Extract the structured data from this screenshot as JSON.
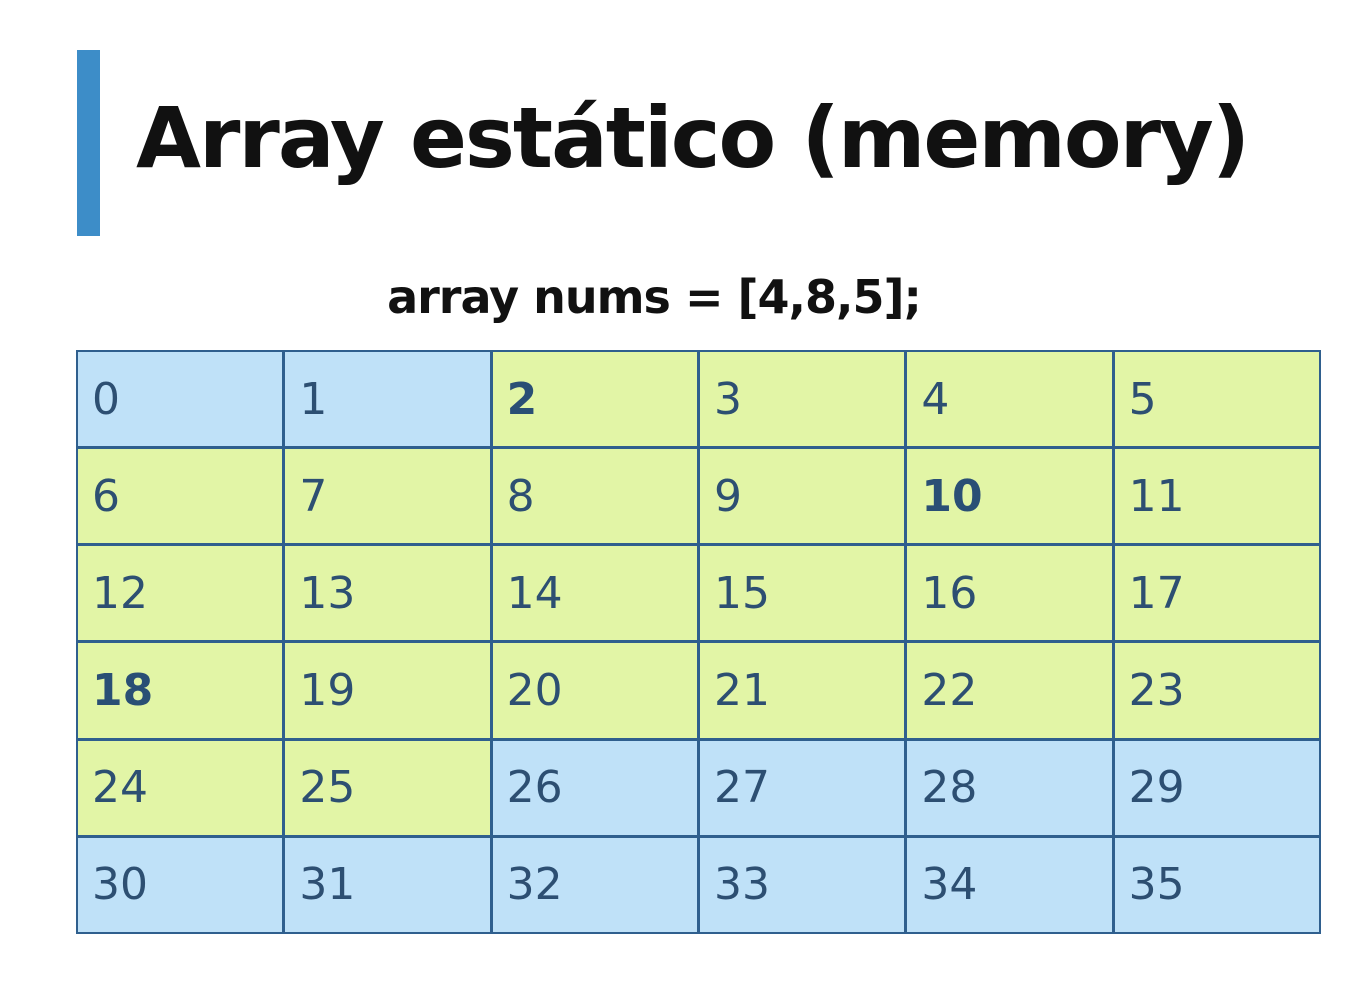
{
  "slide": {
    "title": "Array estático (memory)",
    "subtitle": "array nums = [4,8,5];"
  },
  "colors": {
    "accent": "#3d8dc8",
    "free_cell": "#bfe1f8",
    "used_cell": "#e2f5a6",
    "grid_line": "#2f5f8e",
    "cell_text": "#2d4f72"
  },
  "memory": {
    "cells": [
      {
        "label": "0",
        "used": false,
        "start": false
      },
      {
        "label": "1",
        "used": false,
        "start": false
      },
      {
        "label": "2",
        "used": true,
        "start": true
      },
      {
        "label": "3",
        "used": true,
        "start": false
      },
      {
        "label": "4",
        "used": true,
        "start": false
      },
      {
        "label": "5",
        "used": true,
        "start": false
      },
      {
        "label": "6",
        "used": true,
        "start": false
      },
      {
        "label": "7",
        "used": true,
        "start": false
      },
      {
        "label": "8",
        "used": true,
        "start": false
      },
      {
        "label": "9",
        "used": true,
        "start": false
      },
      {
        "label": "10",
        "used": true,
        "start": true
      },
      {
        "label": "11",
        "used": true,
        "start": false
      },
      {
        "label": "12",
        "used": true,
        "start": false
      },
      {
        "label": "13",
        "used": true,
        "start": false
      },
      {
        "label": "14",
        "used": true,
        "start": false
      },
      {
        "label": "15",
        "used": true,
        "start": false
      },
      {
        "label": "16",
        "used": true,
        "start": false
      },
      {
        "label": "17",
        "used": true,
        "start": false
      },
      {
        "label": "18",
        "used": true,
        "start": true
      },
      {
        "label": "19",
        "used": true,
        "start": false
      },
      {
        "label": "20",
        "used": true,
        "start": false
      },
      {
        "label": "21",
        "used": true,
        "start": false
      },
      {
        "label": "22",
        "used": true,
        "start": false
      },
      {
        "label": "23",
        "used": true,
        "start": false
      },
      {
        "label": "24",
        "used": true,
        "start": false
      },
      {
        "label": "25",
        "used": true,
        "start": false
      },
      {
        "label": "26",
        "used": false,
        "start": false
      },
      {
        "label": "27",
        "used": false,
        "start": false
      },
      {
        "label": "28",
        "used": false,
        "start": false
      },
      {
        "label": "29",
        "used": false,
        "start": false
      },
      {
        "label": "30",
        "used": false,
        "start": false
      },
      {
        "label": "31",
        "used": false,
        "start": false
      },
      {
        "label": "32",
        "used": false,
        "start": false
      },
      {
        "label": "33",
        "used": false,
        "start": false
      },
      {
        "label": "34",
        "used": false,
        "start": false
      },
      {
        "label": "35",
        "used": false,
        "start": false
      }
    ]
  }
}
